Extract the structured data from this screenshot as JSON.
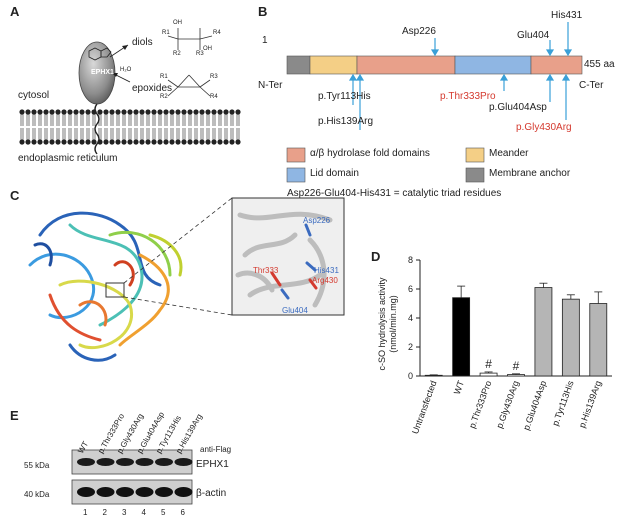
{
  "panels": {
    "a": "A",
    "b": "B",
    "c": "C",
    "d": "D",
    "e": "E"
  },
  "panel_a": {
    "protein": "EPHX1",
    "diols": "diols",
    "epoxides": "epoxides",
    "water": "H₂O",
    "cytosol": "cytosol",
    "er": "endoplasmic reticulum",
    "r_groups": [
      "R1",
      "R2",
      "R3",
      "R4",
      "OH",
      "OH",
      "R1",
      "R2",
      "R3",
      "R4"
    ]
  },
  "panel_b": {
    "start": "1",
    "end": "455 aa",
    "nter": "N-Ter",
    "cter": "C-Ter",
    "top_labels": [
      "Asp226",
      "Glu404",
      "His431"
    ],
    "bottom_labels": [
      "p.Tyr113His",
      "p.His139Arg",
      "p.Thr333Pro",
      "p.Glu404Asp",
      "p.Gly430Arg"
    ],
    "legend": [
      {
        "label": "α/β hydrolase fold domains",
        "color": "#e8a08a"
      },
      {
        "label": "Meander",
        "color": "#f4cf86"
      },
      {
        "label": "Lid domain",
        "color": "#8fb6e3"
      },
      {
        "label": "Membrane anchor",
        "color": "#8a8a8a"
      }
    ],
    "triad": "Asp226-Glu404-His431 = catalytic triad residues"
  },
  "panel_c": {
    "residues": [
      "Asp226",
      "His431",
      "Thr333",
      "Arg430",
      "Glu404"
    ]
  },
  "chart_data": {
    "type": "bar",
    "categories": [
      "Untransfected",
      "WT",
      "p.Thr333Pro",
      "p.Gly430Arg",
      "p.Glu404Asp",
      "p.Tyr113His",
      "p.His139Arg"
    ],
    "values": [
      0.05,
      5.4,
      0.2,
      0.1,
      6.1,
      5.3,
      5.0
    ],
    "errors": [
      0.03,
      0.8,
      0.08,
      0.05,
      0.3,
      0.3,
      0.8
    ],
    "colors": [
      "#000000",
      "#000000",
      "#ffffff",
      "#ffffff",
      "#b5b5b5",
      "#b5b5b5",
      "#b5b5b5"
    ],
    "annotations": [
      "",
      "",
      "#",
      "#",
      "",
      "",
      ""
    ],
    "ylabel": "c-SO hydrolysis activity\n(nmol/min.mg)",
    "ylim": [
      0,
      8
    ],
    "yticks": [
      0,
      2,
      4,
      6,
      8
    ]
  },
  "panel_e": {
    "lanes": [
      "WT",
      "p.Thr333Pro",
      "p.Gly430Arg",
      "p.Glu404Asp",
      "p.Tyr113His",
      "p.His139Arg"
    ],
    "lane_numbers": [
      "1",
      "2",
      "3",
      "4",
      "5",
      "6"
    ],
    "kda_top": "55 kDa",
    "kda_bottom": "40 kDa",
    "antibody": "anti-Flag",
    "protein": "EPHX1",
    "loading": "β-actin"
  }
}
